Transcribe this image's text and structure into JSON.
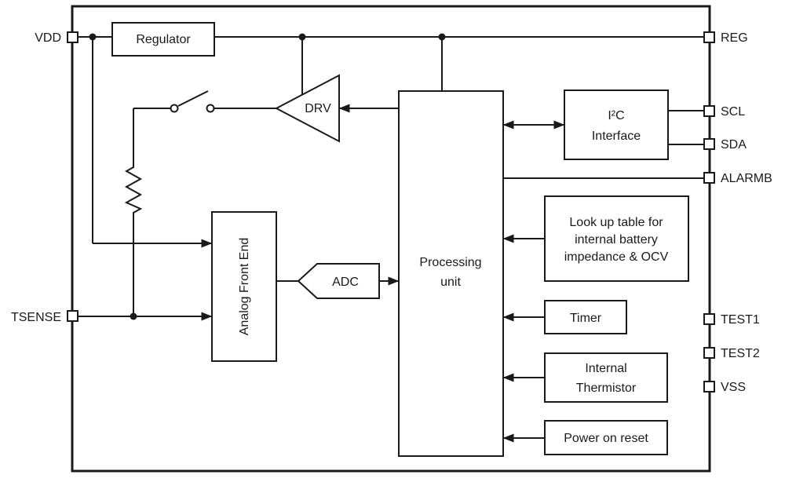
{
  "colors": {
    "line": "#1a1a1a",
    "background": "#ffffff"
  },
  "pins": {
    "vdd": "VDD",
    "tsense": "TSENSE",
    "reg": "REG",
    "scl": "SCL",
    "sda": "SDA",
    "alarmb": "ALARMB",
    "test1": "TEST1",
    "test2": "TEST2",
    "vss": "VSS"
  },
  "blocks": {
    "regulator": "Regulator",
    "drv": "DRV",
    "analog_front_end": "Analog Front End",
    "adc": "ADC",
    "processing_unit": [
      "Processing",
      "unit"
    ],
    "i2c_interface": [
      "I²C",
      "Interface"
    ],
    "lookup_table": [
      "Look up table for",
      "internal battery",
      "impedance & OCV"
    ],
    "timer": "Timer",
    "internal_thermistor": [
      "Internal",
      "Thermistor"
    ],
    "power_on_reset": "Power on reset"
  }
}
